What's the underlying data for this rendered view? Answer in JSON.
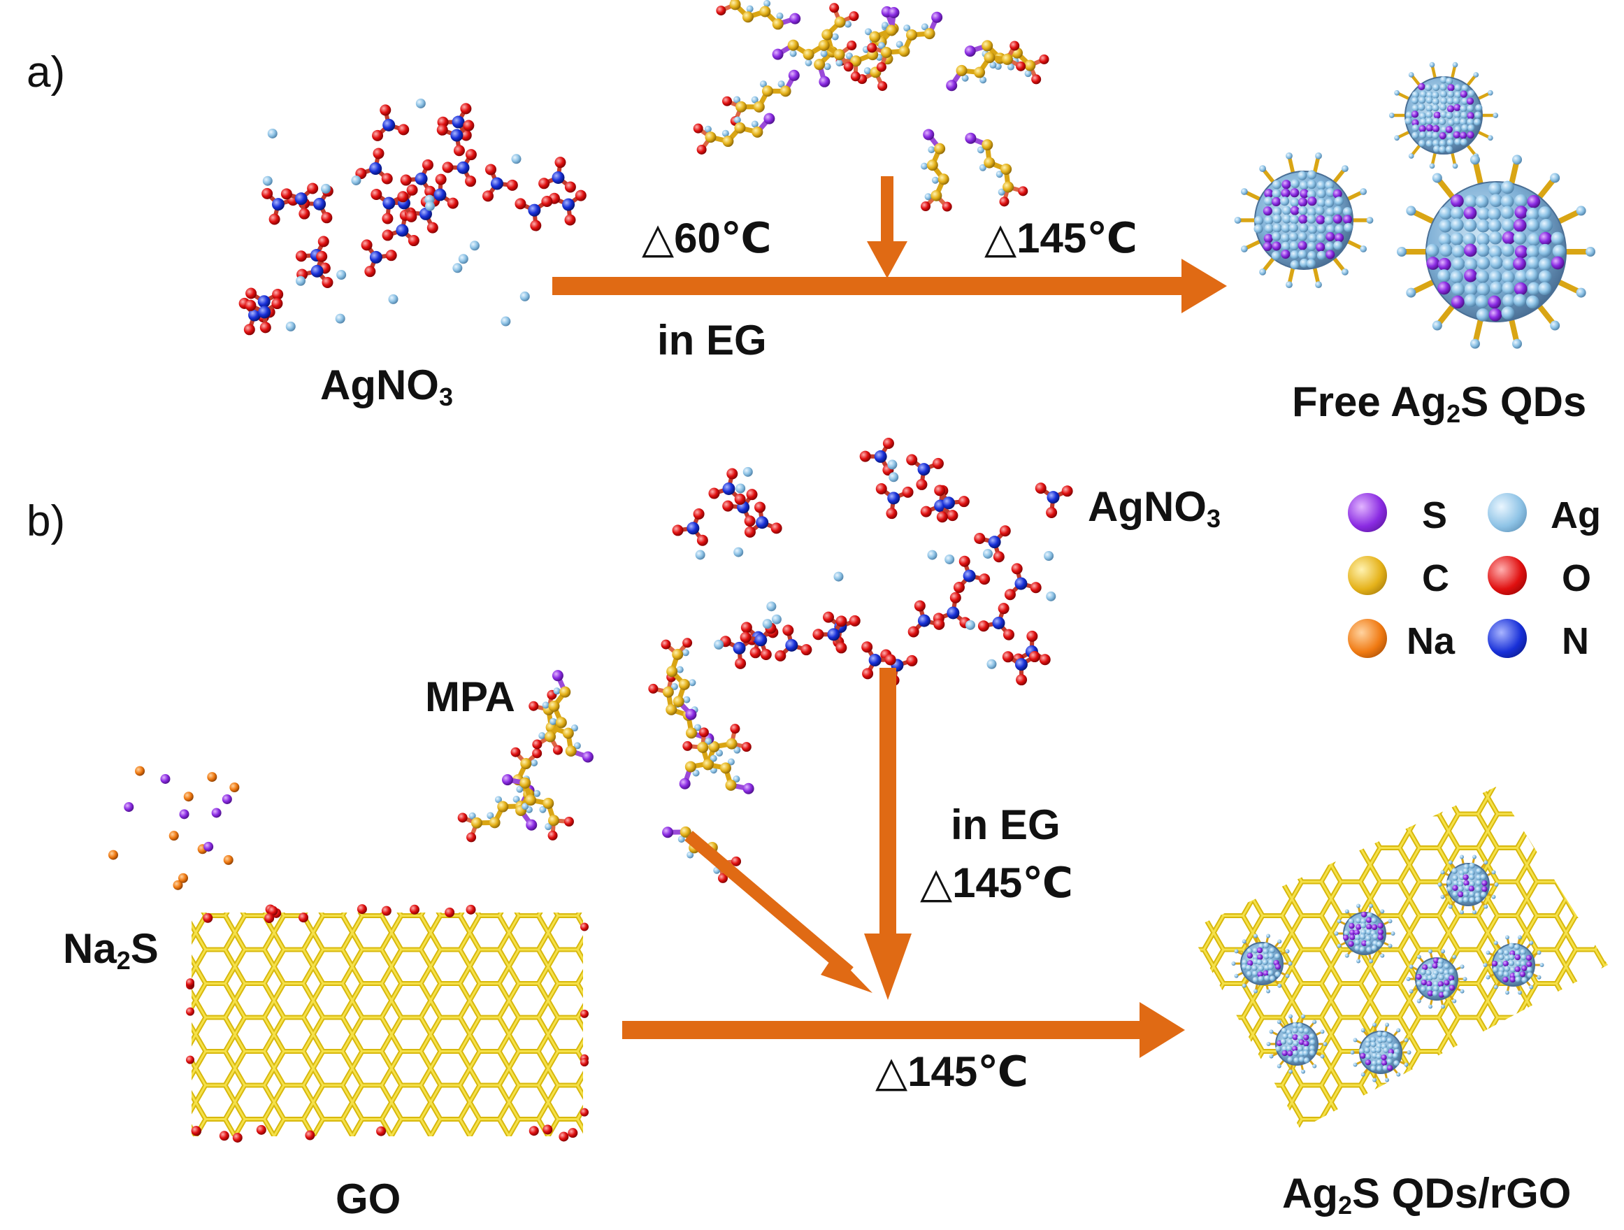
{
  "panel_a": {
    "panel_label": "a)",
    "reactant": "AgNO",
    "reactant_sub": "3",
    "step1_condition": "△60℃",
    "step1_solvent": "in EG",
    "step2_condition": "△145℃",
    "product_prefix": "Free Ag",
    "product_sub": "2",
    "product_suffix": "S QDs"
  },
  "panel_b": {
    "panel_label": "b)",
    "silver_precursor": "AgNO",
    "silver_precursor_sub": "3",
    "ligand": "MPA",
    "sulfur_source": "Na",
    "sulfur_source_sub": "2",
    "sulfur_source_suffix": "S",
    "substrate": "GO",
    "condition_solvent": "in EG",
    "condition_temp_vertical": "△145℃",
    "condition_temp_horizontal": "△145℃",
    "product_prefix": "Ag",
    "product_sub": "2",
    "product_suffix": "S QDs/rGO"
  },
  "legend": [
    {
      "symbol": "S",
      "color": "#8a2be2"
    },
    {
      "symbol": "Ag",
      "color": "#8ec3e6"
    },
    {
      "symbol": "C",
      "color": "#e5b21a"
    },
    {
      "symbol": "O",
      "color": "#e01010"
    },
    {
      "symbol": "Na",
      "color": "#f07a12"
    },
    {
      "symbol": "N",
      "color": "#1830d8"
    }
  ],
  "colors": {
    "arrow": "#e06a14",
    "carbon_lattice": "#ecd21a",
    "oxygen": "#e01010",
    "nitrogen": "#1830d8",
    "silver": "#8ec3e6",
    "sulfur": "#8a2be2",
    "sodium": "#f07a12"
  }
}
